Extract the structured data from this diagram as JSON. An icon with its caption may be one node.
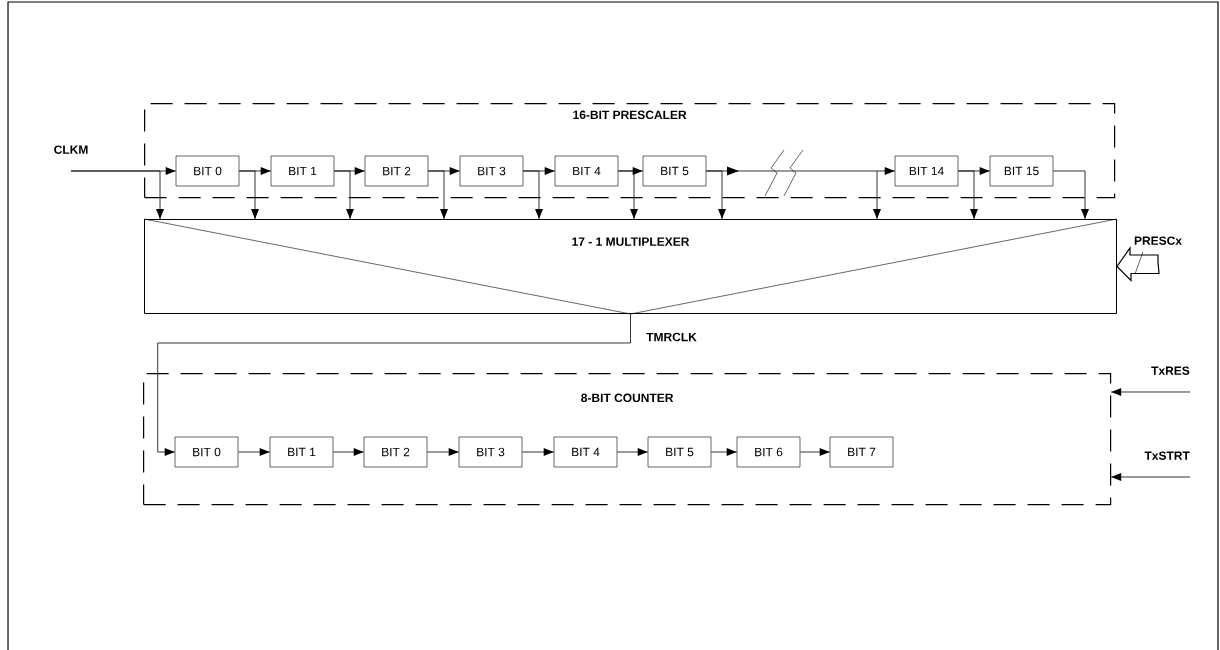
{
  "diagram": {
    "nodes": [
      {
        "text": [
          "16-BIT PRESCALER"
        ]
      },
      {
        "text": [
          "BIT 0"
        ],
        "in": 0
      },
      {
        "text": [
          "BIT 1"
        ],
        "in": 0
      },
      {
        "text": [
          "BIT 2"
        ],
        "in": 0
      },
      {
        "text": [
          "BIT 3"
        ],
        "in": 0
      },
      {
        "text": [
          "BIT 4"
        ],
        "in": 0
      },
      {
        "text": [
          "BIT 5"
        ],
        "in": 0
      },
      {
        "text": [
          "BIT 14"
        ],
        "in": 0
      },
      {
        "text": [
          "BIT 15"
        ],
        "in": 0
      },
      {
        "text": [
          "CLKM"
        ]
      },
      {
        "text": [
          "17 - 1 MULTIPLEXER"
        ]
      },
      {
        "text": [
          "PRESCx"
        ]
      },
      {
        "text": [
          "8-BIT COUNTER"
        ]
      },
      {
        "text": [
          "BIT 0"
        ],
        "in": 12
      },
      {
        "text": [
          "BIT 1"
        ],
        "in": 12
      },
      {
        "text": [
          "BIT 2"
        ],
        "in": 12
      },
      {
        "text": [
          "BIT 3"
        ],
        "in": 12
      },
      {
        "text": [
          "BIT 4"
        ],
        "in": 12
      },
      {
        "text": [
          "BIT 5"
        ],
        "in": 12
      },
      {
        "text": [
          "BIT 6"
        ],
        "in": 12
      },
      {
        "text": [
          "BIT 7"
        ],
        "in": 12
      },
      {
        "text": [
          "TxRES"
        ]
      },
      {
        "text": [
          "TxSTRT"
        ]
      }
    ],
    "edges": [
      {
        "from": 9,
        "to": 1,
        "arrow": "to"
      },
      {
        "from": 9,
        "to": 10,
        "arrow": "to"
      },
      {
        "from": 1,
        "to": 2,
        "arrow": "to"
      },
      {
        "from": 1,
        "to": 10,
        "arrow": "to"
      },
      {
        "from": 2,
        "to": 3,
        "arrow": "to"
      },
      {
        "from": 2,
        "to": 10,
        "arrow": "to"
      },
      {
        "from": 3,
        "to": 4,
        "arrow": "to"
      },
      {
        "from": 3,
        "to": 10,
        "arrow": "to"
      },
      {
        "from": 4,
        "to": 5,
        "arrow": "to"
      },
      {
        "from": 4,
        "to": 10,
        "arrow": "to"
      },
      {
        "from": 5,
        "to": 6,
        "arrow": "to"
      },
      {
        "from": 5,
        "to": 10,
        "arrow": "to"
      },
      {
        "from": 6,
        "to": 7,
        "arrow": "to"
      },
      {
        "from": 6,
        "to": 10,
        "arrow": "to"
      },
      {
        "from": null,
        "to": 10,
        "arrow": "to"
      },
      {
        "from": 7,
        "to": 8,
        "arrow": "to"
      },
      {
        "from": 7,
        "to": 10,
        "arrow": "to"
      },
      {
        "from": 8,
        "to": 10,
        "arrow": "to"
      },
      {
        "from": 11,
        "to": 10,
        "arrow": "to",
        "style": "thick"
      },
      {
        "from": 10,
        "to": 13,
        "arrow": "to",
        "label": "TMRCLK"
      },
      {
        "from": 13,
        "to": 14,
        "arrow": "to"
      },
      {
        "from": 14,
        "to": 15,
        "arrow": "to"
      },
      {
        "from": 15,
        "to": 16,
        "arrow": "to"
      },
      {
        "from": 16,
        "to": 17,
        "arrow": "to"
      },
      {
        "from": 17,
        "to": 18,
        "arrow": "to"
      },
      {
        "from": 18,
        "to": 19,
        "arrow": "to"
      },
      {
        "from": 19,
        "to": 20,
        "arrow": "to"
      },
      {
        "from": 21,
        "to": 12,
        "arrow": "to"
      },
      {
        "from": 22,
        "to": 12,
        "arrow": "to"
      }
    ]
  }
}
